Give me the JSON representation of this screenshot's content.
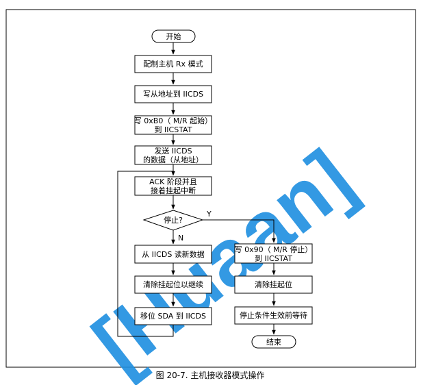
{
  "watermark": {
    "text": "[Huaan]",
    "color": "#1E8FE0"
  },
  "colors": {
    "line": "#000000",
    "box_fill": "#ffffff",
    "frame": "#000000"
  },
  "caption": "图 20-7. 主机接收器模式操作",
  "nodes": {
    "start": "开始",
    "config_master_rx": "配制主机 Rx 模式",
    "write_slave_addr": [
      "写从地址到 IICDS"
    ],
    "write_0xb0": [
      "写 0xB0（ M/R 起始）",
      "到 IICSTAT"
    ],
    "send_iicds": [
      "发送 IICDS",
      "的数据（从地址）"
    ],
    "ack_interrupt": [
      "ACK 阶段并且",
      "接着挂起中断"
    ],
    "stop_decision": "停止?",
    "read_new_data": "从 IICDS 读新数据",
    "clear_pending_continue": "清除挂起位以继续",
    "shift_sda": "移位 SDA 到 IICDS",
    "write_0x90": [
      "写 0x90（ M/R 停止）",
      "到 IICSTAT"
    ],
    "clear_pending": "清除挂起位",
    "wait_stop": "停止条件生效前等待",
    "end": "结束"
  },
  "branch_labels": {
    "yes": "Y",
    "no": "N"
  }
}
